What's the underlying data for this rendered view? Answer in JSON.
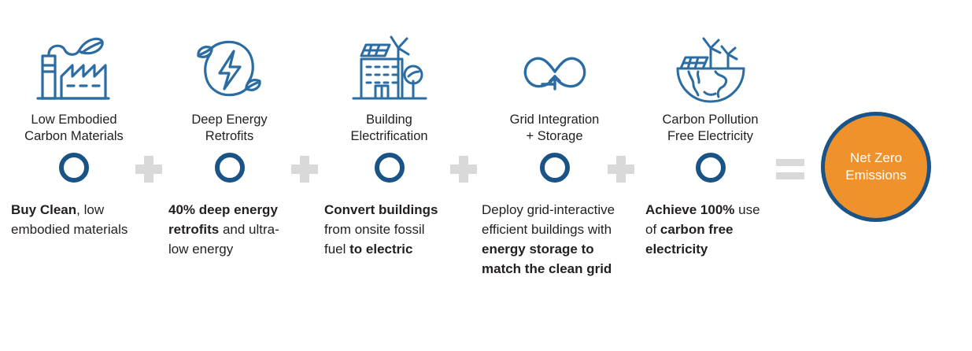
{
  "theme": {
    "accent_blue": "#1a5486",
    "icon_blue": "#2b6ca3",
    "operator_gray": "#d9d9d9",
    "result_orange": "#f0922b",
    "text_color": "#231f20",
    "background": "#ffffff"
  },
  "pillars": [
    {
      "id": "low-embodied-carbon-materials",
      "icon": "factory-leaf-icon",
      "title": "Low Embodied\nCarbon Materials",
      "body_segments": [
        {
          "text": "Buy Clean",
          "bold": true
        },
        {
          "text": ", low embodied materials",
          "bold": false
        }
      ],
      "body_plain": "Buy Clean, low embodied materials"
    },
    {
      "id": "deep-energy-retrofits",
      "icon": "recycle-bolt-icon",
      "title": "Deep Energy\nRetrofits",
      "body_segments": [
        {
          "text": "40% deep energy retrofits",
          "bold": true
        },
        {
          "text": " and ultra-low energy",
          "bold": false
        }
      ],
      "body_plain": "40% deep energy retrofits and ultra-low energy"
    },
    {
      "id": "building-electrification",
      "icon": "building-solar-wind-icon",
      "title": "Building\nElectrification",
      "body_segments": [
        {
          "text": "Convert buildings",
          "bold": true
        },
        {
          "text": " from onsite fossil fuel ",
          "bold": false
        },
        {
          "text": "to electric",
          "bold": true
        }
      ],
      "body_plain": "Convert buildings from onsite fossil fuel to electric"
    },
    {
      "id": "grid-integration-storage",
      "icon": "infinity-arrow-icon",
      "title": "Grid Integration\n+ Storage",
      "body_segments": [
        {
          "text": "Deploy grid-interactive efficient buildings with ",
          "bold": false
        },
        {
          "text": "energy storage to match the clean grid",
          "bold": true
        }
      ],
      "body_plain": "Deploy grid-interactive efficient buildings with energy storage to match the clean grid"
    },
    {
      "id": "carbon-pollution-free-electricity",
      "icon": "globe-solar-wind-icon",
      "title": "Carbon Pollution\nFree Electricity",
      "body_segments": [
        {
          "text": "Achieve 100%",
          "bold": true
        },
        {
          "text": " use of ",
          "bold": false
        },
        {
          "text": "carbon free electricity",
          "bold": true
        }
      ],
      "body_plain": "Achieve 100% use of carbon free electricity"
    }
  ],
  "operators": [
    {
      "id": "plus-1",
      "symbol": "+",
      "name": "plus-sign"
    },
    {
      "id": "plus-2",
      "symbol": "+",
      "name": "plus-sign"
    },
    {
      "id": "plus-3",
      "symbol": "+",
      "name": "plus-sign"
    },
    {
      "id": "plus-4",
      "symbol": "+",
      "name": "plus-sign"
    },
    {
      "id": "equals-1",
      "symbol": "=",
      "name": "equals-sign"
    }
  ],
  "result": {
    "id": "net-zero-emissions",
    "label": "Net Zero\nEmissions"
  }
}
